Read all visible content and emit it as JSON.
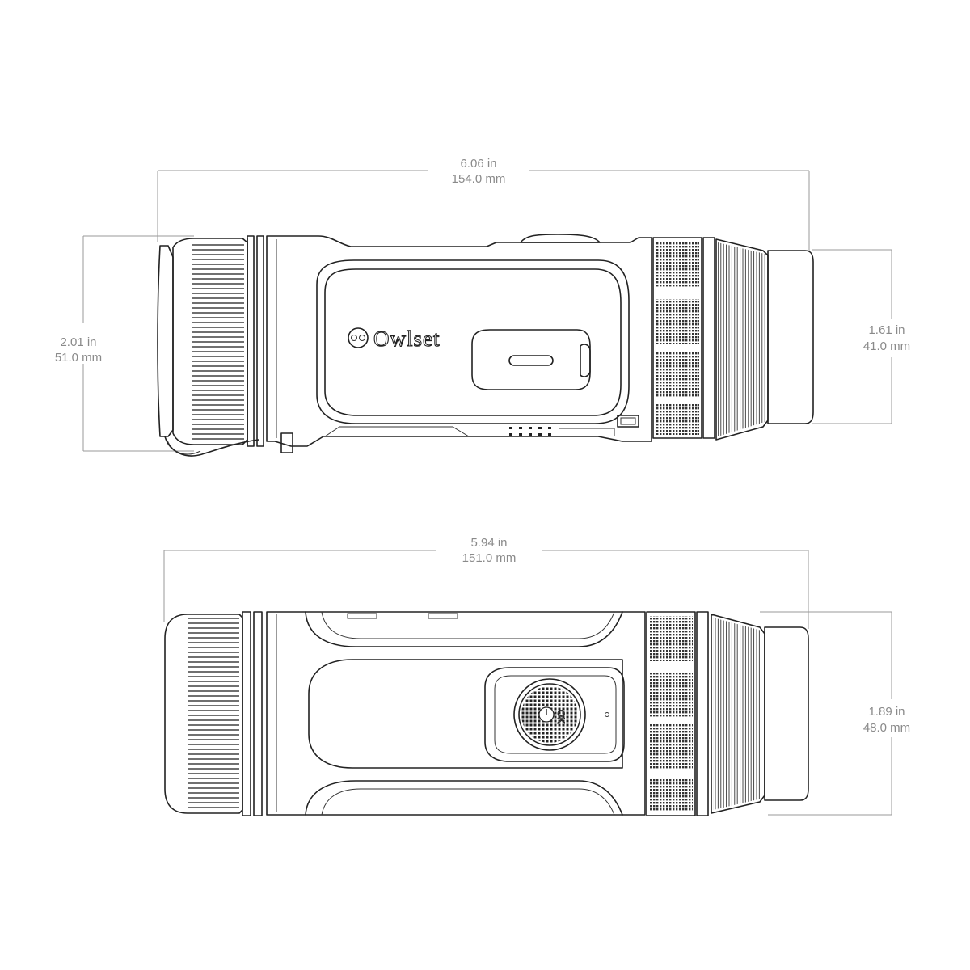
{
  "brand": "Owlset",
  "ok_label": "OK",
  "side_view": {
    "length": {
      "in": "6.06 in",
      "mm": "154.0 mm"
    },
    "body_height": {
      "in": "2.01 in",
      "mm": "51.0 mm"
    },
    "eyepiece_height": {
      "in": "1.61 in",
      "mm": "41.0 mm"
    }
  },
  "top_view": {
    "length": {
      "in": "5.94 in",
      "mm": "151.0 mm"
    },
    "width": {
      "in": "1.89 in",
      "mm": "48.0 mm"
    }
  }
}
